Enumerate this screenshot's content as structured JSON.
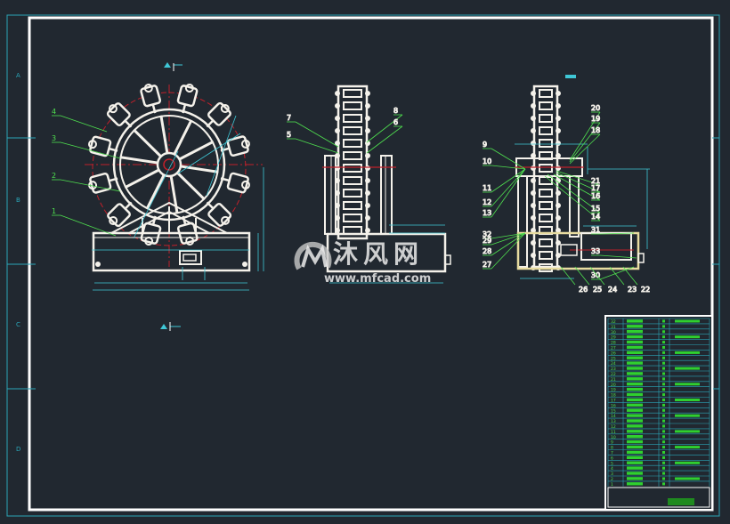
{
  "zone_letters": [
    "A",
    "B",
    "C",
    "D"
  ],
  "views": {
    "front": {
      "balloons": [
        "4",
        "3",
        "2",
        "1"
      ]
    },
    "side": {
      "balloons_left": [
        "7",
        "5"
      ],
      "balloons_right": [
        "8",
        "6"
      ]
    },
    "section": {
      "balloons_left": [
        "9",
        "10",
        "11",
        "12",
        "13",
        "32",
        "29",
        "28",
        "27"
      ],
      "balloons_right": [
        "20",
        "19",
        "18",
        "21",
        "17",
        "16",
        "15",
        "14",
        "31",
        "33",
        "30"
      ],
      "balloons_bottom": [
        "26",
        "25",
        "24",
        "23",
        "22"
      ]
    }
  },
  "title_block": {
    "row_numbers": [
      "32",
      "31",
      "30",
      "29",
      "28",
      "27",
      "26",
      "25",
      "24",
      "23",
      "22",
      "21",
      "20",
      "19",
      "18",
      "17",
      "16",
      "15",
      "14",
      "13",
      "12",
      "11",
      "10",
      "9",
      "8",
      "7",
      "6",
      "5",
      "4",
      "3",
      "2",
      "1"
    ]
  },
  "watermark": {
    "logo_text": "沐风网",
    "url": "www.mfcad.com"
  },
  "colors": {
    "background": "#212830",
    "outline": "#f4f1ea",
    "center_line": "#c0202a",
    "dimension": "#3fc7d6",
    "leader": "#4fe04f",
    "frame": "#ffffff",
    "border": "#2aa6b8"
  }
}
